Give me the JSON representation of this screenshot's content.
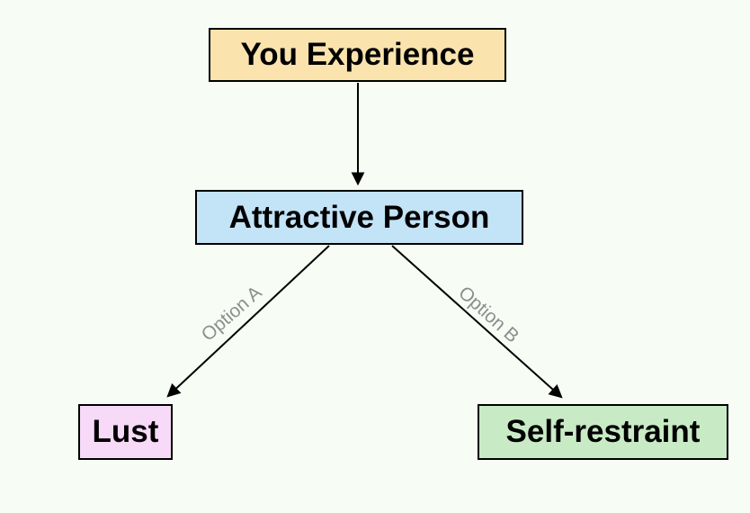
{
  "diagram": {
    "background": "#F7FDF5",
    "edge_color": "#000000",
    "edge_label_color": "#8E8E8E",
    "nodes": [
      {
        "id": "you-experience",
        "label": "You Experience",
        "fill": "#FAE3AD"
      },
      {
        "id": "attractive-person",
        "label": "Attractive Person",
        "fill": "#C3E3F6"
      },
      {
        "id": "lust",
        "label": "Lust",
        "fill": "#F7D9F8"
      },
      {
        "id": "self-restraint",
        "label": "Self-restraint",
        "fill": "#C8EBC5"
      }
    ],
    "edges": [
      {
        "from": "you-experience",
        "to": "attractive-person",
        "label": ""
      },
      {
        "from": "attractive-person",
        "to": "lust",
        "label": "Option A"
      },
      {
        "from": "attractive-person",
        "to": "self-restraint",
        "label": "Option B"
      }
    ]
  }
}
